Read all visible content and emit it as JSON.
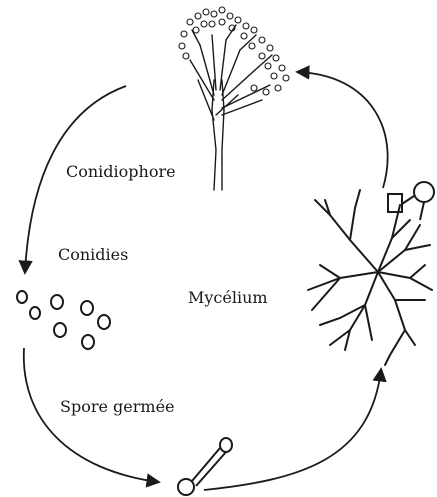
{
  "labels": {
    "conidiophore": "Conidiophore",
    "conidies": "Conidies",
    "mycelium": "Mycélium",
    "spore_germee": "Spore germée"
  },
  "colors": {
    "ink": "#1a1a1a",
    "background": "#ffffff"
  }
}
